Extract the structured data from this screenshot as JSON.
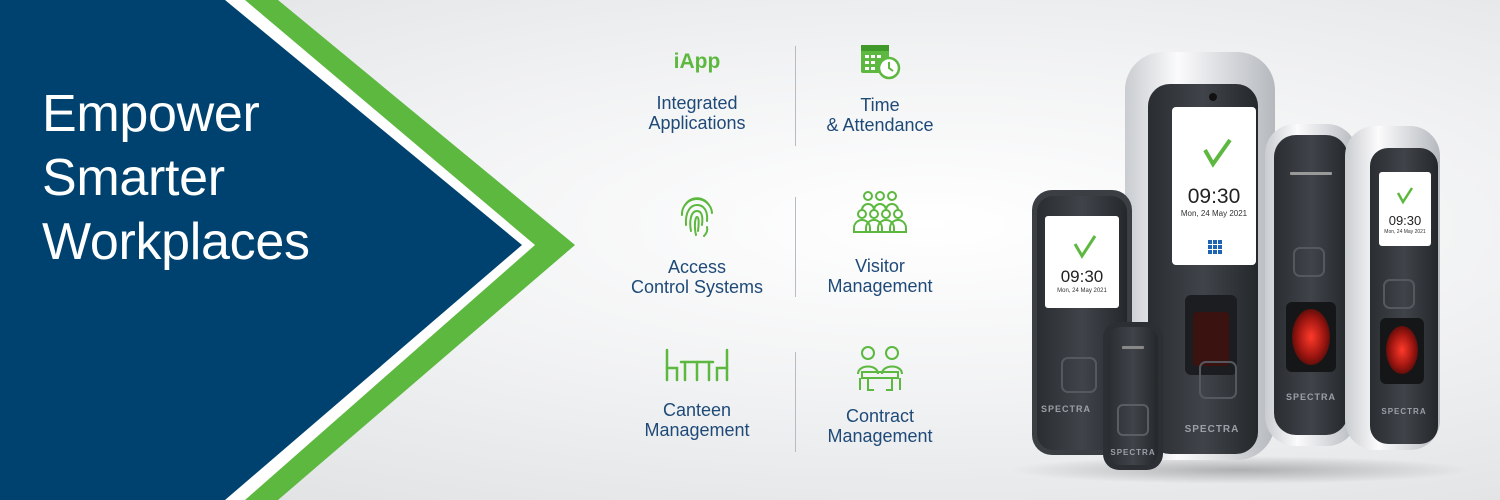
{
  "headline": [
    "Empower",
    "Smarter",
    "Workplaces"
  ],
  "colors": {
    "navy": "#00426f",
    "green": "#5cb83f",
    "text_blue": "#1f4a78"
  },
  "features": [
    {
      "id": "iapp",
      "badge": "iApp",
      "label": [
        "Integrated",
        "Applications"
      ]
    },
    {
      "id": "time-attendance",
      "icon": "calendar-clock-icon",
      "label": [
        "Time",
        "& Attendance"
      ]
    },
    {
      "id": "access-control",
      "icon": "fingerprint-icon",
      "label": [
        "Access",
        "Control Systems"
      ]
    },
    {
      "id": "visitor",
      "icon": "people-group-icon",
      "label": [
        "Visitor",
        "Management"
      ]
    },
    {
      "id": "canteen",
      "icon": "canteen-table-icon",
      "label": [
        "Canteen",
        "Management"
      ]
    },
    {
      "id": "contract",
      "icon": "meeting-people-icon",
      "label": [
        "Contract",
        "Management"
      ]
    }
  ],
  "devices": {
    "screen_time": "09:30",
    "screen_date": "Mon, 24 May 2021",
    "brand": "SPECTRA"
  }
}
